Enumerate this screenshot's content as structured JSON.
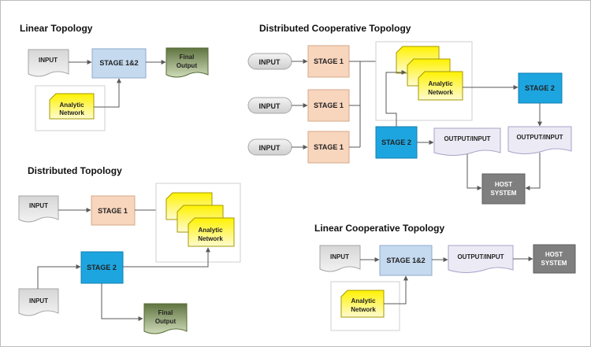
{
  "linear": {
    "title": "Linear Topology",
    "input": "INPUT",
    "stage": "STAGE 1&2",
    "final_1": "Final",
    "final_2": "Output",
    "analytic_1": "Analytic",
    "analytic_2": "Network"
  },
  "distributed": {
    "title": "Distributed Topology",
    "input_top": "INPUT",
    "stage1": "STAGE 1",
    "analytic_1": "Analytic",
    "analytic_2": "Network",
    "stage2": "STAGE 2",
    "input_bottom": "INPUT",
    "final_1": "Final",
    "final_2": "Output"
  },
  "dist_coop": {
    "title": "Distributed Cooperative Topology",
    "inputs": [
      "INPUT",
      "INPUT",
      "INPUT"
    ],
    "stage1s": [
      "STAGE 1",
      "STAGE 1",
      "STAGE 1"
    ],
    "analytic_1": "Analytic",
    "analytic_2": "Network",
    "stage2_left": "STAGE 2",
    "stage2_right": "STAGE 2",
    "oi_left": "OUTPUT/INPUT",
    "oi_right": "OUTPUT/INPUT",
    "host_1": "HOST",
    "host_2": "SYSTEM"
  },
  "linear_coop": {
    "title": "Linear Cooperative Topology",
    "input": "INPUT",
    "stage": "STAGE 1&2",
    "oi": "OUTPUT/INPUT",
    "host_1": "HOST",
    "host_2": "SYSTEM",
    "analytic_1": "Analytic",
    "analytic_2": "Network"
  },
  "colors": {
    "input_fill": "#e4e4e4",
    "stage_peach": "#f8d5bd",
    "stage_blue": "#c5d9ef",
    "stage_cyan": "#1da5e0",
    "final_green": "#748755",
    "note_yellow": "#fff24d",
    "output_lavender": "#ecebf5",
    "host_gray": "#7f7f7f",
    "line": "#595959"
  }
}
